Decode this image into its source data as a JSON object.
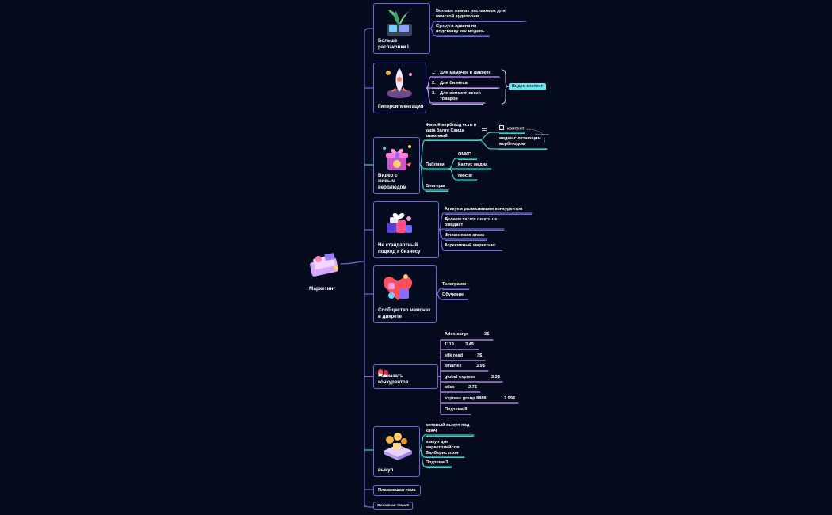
{
  "root": {
    "label": "Маркетинг",
    "icon": "marketing-illustration-icon"
  },
  "colors": {
    "background": "#050b1c",
    "branch": "#6a6ad8",
    "teal": "#3fd0c8",
    "pink": "#c7a0ff",
    "cyan_summary": "#6fe6ee"
  },
  "topics": [
    {
      "label": "Больше распаковки I",
      "icon": "plant-boxes-illustration-icon",
      "children": [
        "Больше живых распаковок для женской аудитории",
        "Супруга эркина на подставку как модель"
      ]
    },
    {
      "label": "Гиперсигментация",
      "icon": "rocket-illustration-icon",
      "children": [
        {
          "num": "1.",
          "label": "Для мамочек в дикрете"
        },
        {
          "num": "2.",
          "label": "Для бизнеса"
        },
        {
          "num": "3.",
          "label": "Для коммерческих товаров"
        }
      ],
      "summary": "Видео контент"
    },
    {
      "label": "Видео с живым верблюдом",
      "icon": "gift-box-illustration-icon",
      "children": [
        {
          "label": "Живой верблюд есть в кара балте Саида знакомый",
          "children": [
            {
              "label": "контент",
              "checkbox": true
            },
            {
              "label": "видео с летающим верблюдом"
            }
          ],
          "relationship": "Отношение"
        },
        {
          "label": "Паблики",
          "children": [
            "ОМКС",
            "Кактус медиа",
            "Нюс кг"
          ]
        },
        {
          "label": "Блогеры"
        }
      ]
    },
    {
      "label": "Не стандартный подход к бизнесу",
      "icon": "heart-blocks-illustration-icon",
      "children": [
        "Атакуем размазываем конкурентов",
        "Делаем то что ни кто не ожидает",
        "Флланговая атака",
        "Агресивный маркетинг"
      ]
    },
    {
      "label": "Сообщество мамочек в дикрете",
      "icon": "hearts-illustration-icon",
      "children": [
        "Телеграмм",
        "Обучение"
      ]
    },
    {
      "label": "Размазать конкурентов",
      "icon": "boxing-gloves-icon",
      "children": [
        {
          "label": "Ades cargo",
          "price": "3$"
        },
        {
          "label": "1119",
          "price": "3.4$"
        },
        {
          "label": "silk road",
          "price": "3$"
        },
        {
          "label": "smartex",
          "price": "3.9$"
        },
        {
          "label": "global express",
          "price": "3.3$"
        },
        {
          "label": "atlas",
          "price": "2.7$"
        },
        {
          "label": "express group 8888",
          "price": "2.99$"
        },
        {
          "label": "Подтема 8",
          "price": ""
        }
      ]
    },
    {
      "label": "выкуп",
      "icon": "shopping-illustration-icon",
      "children": [
        "оптовый выкуп под ключ",
        "выкуп для маркетплейсов Валберис озон",
        "Подтема 3"
      ]
    },
    {
      "label": "Плавающая тема",
      "children": []
    },
    {
      "label": "Основная тема 9",
      "children": []
    }
  ]
}
